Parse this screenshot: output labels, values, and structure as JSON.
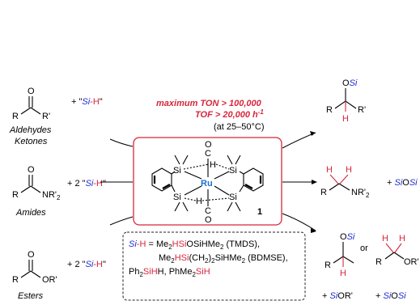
{
  "conditions": {
    "line1": "maximum TON > 100,000",
    "line2": "TOF > 20,000 h",
    "line2_sup": "-1",
    "line3": "(at 25–50°C)"
  },
  "reactants": {
    "aldehyde_r": "R",
    "aldehyde_r2": "R'",
    "aldehyde_o": "O",
    "aldehyde_label1": "Aldehydes",
    "aldehyde_label2": "Ketones",
    "amide_r": "R",
    "amide_o": "O",
    "amide_nr": "NR'",
    "amide_sub": "2",
    "amide_label": "Amides",
    "ester_r": "R",
    "ester_o": "O",
    "ester_or": "OR'",
    "ester_label": "Esters"
  },
  "reagents": {
    "plus1": "+ \"",
    "plus2": "+ 2 \"",
    "si": "Si",
    "h": "-H",
    "quote_end": "\""
  },
  "catalyst": {
    "metal": "Ru",
    "si": "Si",
    "h": "H",
    "co": "C",
    "o": "O",
    "label": "1"
  },
  "products": {
    "p1_o": "O",
    "p1_si": "Si",
    "p1_r": "R",
    "p1_r2": "R'",
    "p1_h": "H",
    "p2_h": "H",
    "p2_r": "R",
    "p2_nr": "NR'",
    "p2_sub": "2",
    "p2_plus": "+ ",
    "p2_siosi_si1": "Si",
    "p2_siosi_o": "O",
    "p2_siosi_si2": "Si",
    "p3_o": "O",
    "p3_si": "Si",
    "p3_r": "R",
    "p3_h": "H",
    "p3_or_word": "or",
    "p3b_h": "H",
    "p3b_r": "R",
    "p3b_or": "OR'",
    "p3_plus_a": "+ ",
    "p3_plus_a_si": "Si",
    "p3_plus_a_rest": "OR'",
    "p3_plus_b": "+ ",
    "p3_plus_b_si1": "Si",
    "p3_plus_b_o": "O",
    "p3_plus_b_si2": "Si"
  },
  "silane_box": {
    "lead_si": "Si",
    "lead_h": "-H",
    "eq": " = ",
    "line1_pre": "Me",
    "line1_h": "HSi",
    "line1_mid": "OSiHMe",
    "line1_post": " (TMDS),",
    "line2_pre": "Me",
    "line2_h": "HSi",
    "line2_mid": "(CH",
    "line2_mid2": ")",
    "line2_mid3": "SiHMe",
    "line2_post": " (BDMSE),",
    "line3_pre": "Ph",
    "line3_si": "Si",
    "line3_h": "H",
    "line3_h2": "H",
    "line3_mid": ", PhMe",
    "line3_si2": "Si",
    "line3_end": "H",
    "sub2": "2"
  }
}
